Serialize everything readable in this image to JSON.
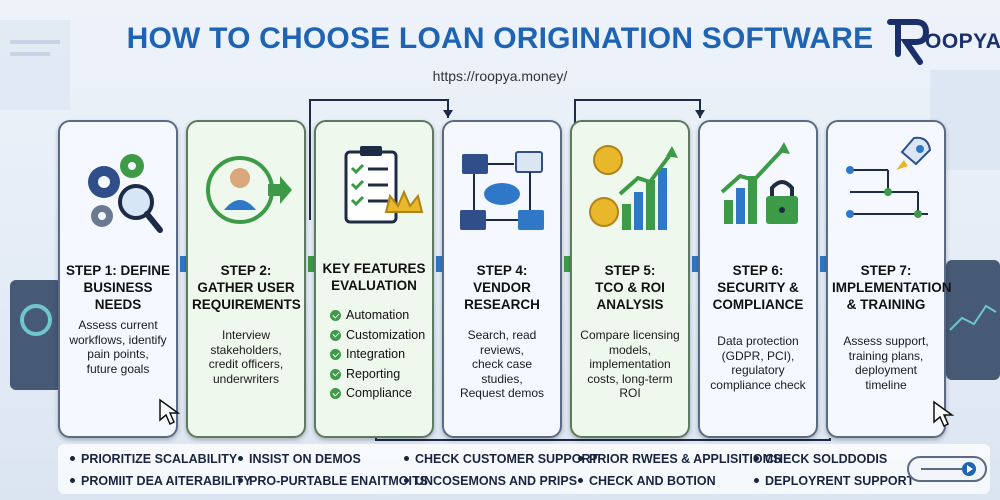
{
  "header": {
    "title": "HOW TO CHOOSE LOAN ORIGINATION SOFTWARE",
    "url": "https://roopya.money/",
    "logo_text": "OOPYA"
  },
  "steps": [
    {
      "title": "STEP 1: DEFINE\nBUSINESS NEEDS",
      "desc": "Assess current\nworkflows, identify\npain points,\nfuture goals",
      "icon": "gears-magnifier-icon"
    },
    {
      "title": "STEP 2:\nGATHER USER\nREQUIREMENTS",
      "desc": "Interview\nstakeholders,\ncredit officers,\nunderwriters",
      "icon": "user-arrow-icon"
    },
    {
      "title": "KEY FEATURES\nEVALUATION",
      "features": [
        "Automation",
        "Customization",
        "Integration",
        "Reporting",
        "Compliance"
      ],
      "icon": "checklist-crown-icon"
    },
    {
      "title": "STEP 4:\nVENDOR\nRESEARCH",
      "desc": "Search, read reviews,\ncheck case studies,\nRequest demos",
      "icon": "vendor-network-icon"
    },
    {
      "title": "STEP 5:\nTCO & ROI\nANALYSIS",
      "desc": "Compare licensing\nmodels,\nimplementation\ncosts, long-term ROI",
      "icon": "coins-growth-icon"
    },
    {
      "title": "STEP 6:\nSECURITY &\nCOMPLIANCE",
      "desc": "Data protection\n(GDPR, PCI),\nregulatory\ncompliance check",
      "icon": "chart-lock-icon"
    },
    {
      "title": "STEP 7:\nIMPLEMENTATION\n& TRAINING",
      "desc": "Assess support,\ntraining plans,\ndeployment timeline",
      "icon": "rocket-path-icon"
    }
  ],
  "tips": [
    "PRIORITIZE SCALABILITY",
    "INSIST ON DEMOS",
    "CHECK CUSTOMER SUPPORT",
    "PRIOR RWEES & APPLISITIOMS",
    "CHECK SOLDDODIS",
    "PROMIIT DEA AITERABILITY",
    "PRO-PURTABLE ENAITMOITS",
    "UNCOSEMONS AND PRIPS",
    "CHECK AND BOTION",
    "DEPLOYRENT SUPPORT"
  ],
  "colors": {
    "title": "#1f63b4",
    "arrow": "#2f78c8",
    "check": "#3d9b48",
    "card_border": "#5b6b86"
  }
}
